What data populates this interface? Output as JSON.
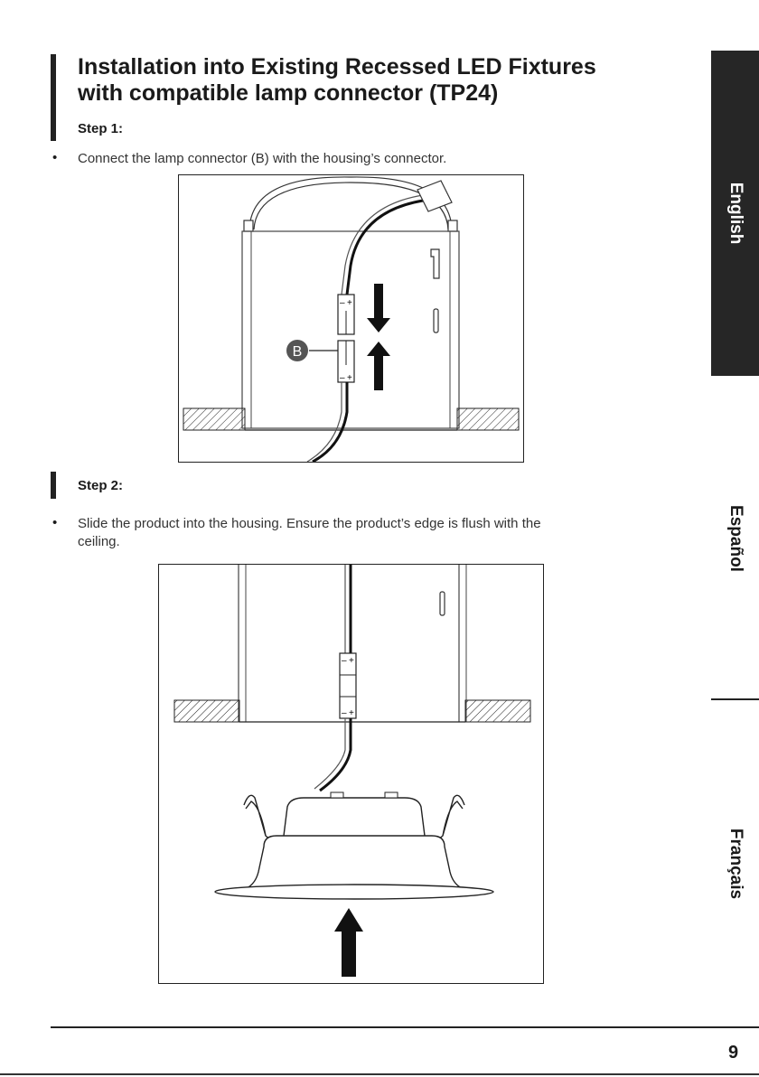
{
  "heading": {
    "line1": "Installation into Existing Recessed LED Fixtures",
    "line2": "with compatible lamp connector (TP24)"
  },
  "step1": {
    "label": "Step 1:",
    "bullet": "Connect the lamp connector (B) with the housing’s connector.",
    "callout": "B"
  },
  "step2": {
    "label": "Step 2:",
    "bullet_line1": "Slide the product into the housing. Ensure the product’s edge is flush with the",
    "bullet_line2": "ceiling."
  },
  "connector_marks": {
    "minus": "–",
    "plus": "+"
  },
  "side_tabs": [
    {
      "label": "English",
      "active": true
    },
    {
      "label": "Español",
      "active": false
    },
    {
      "label": "Français",
      "active": false
    }
  ],
  "page_number": "9",
  "colors": {
    "text": "#1a1a1a",
    "active_tab_bg": "#262626",
    "active_tab_text": "#ffffff",
    "line": "#222222"
  }
}
